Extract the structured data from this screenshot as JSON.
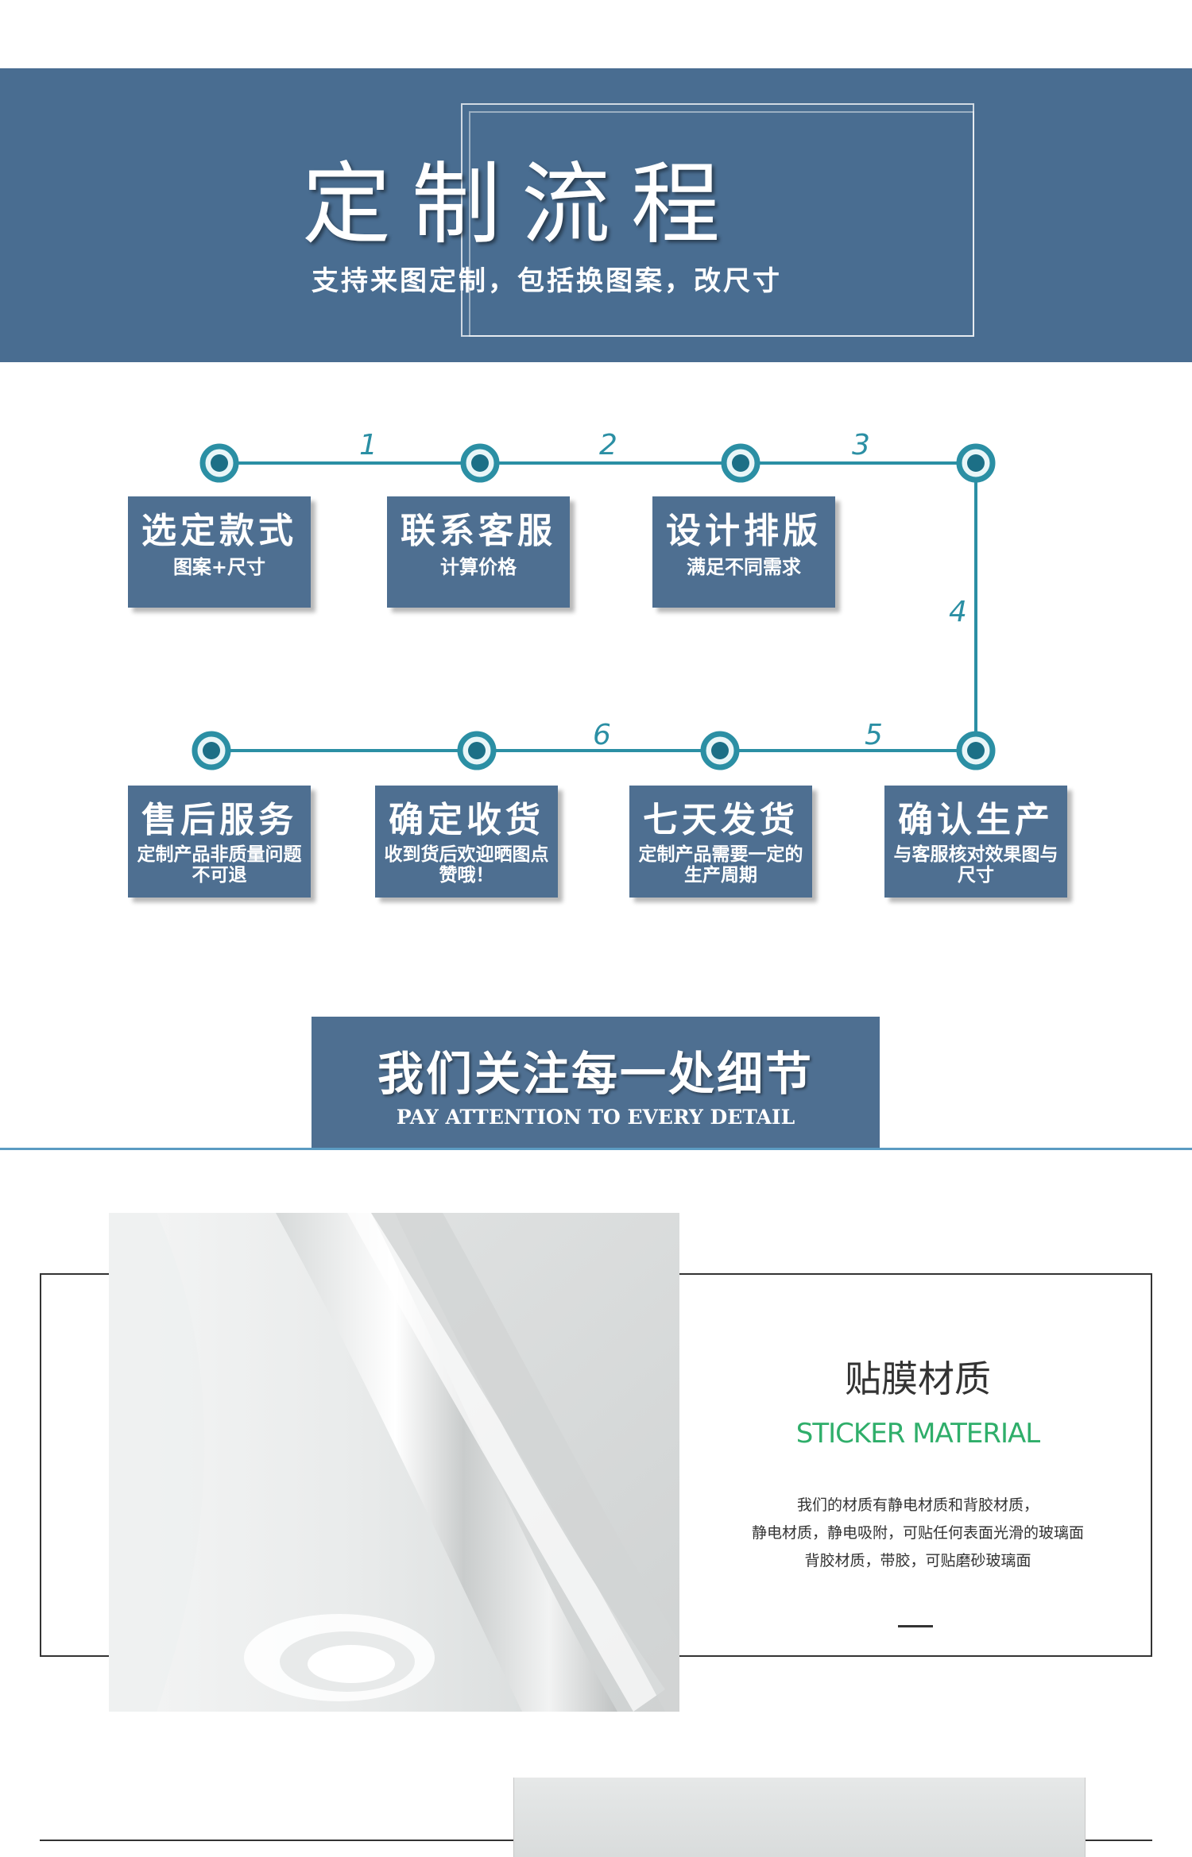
{
  "banner": {
    "title": "定制流程",
    "subtitle": "支持来图定制，包括换图案，改尺寸"
  },
  "process": {
    "numbers": [
      "1",
      "2",
      "3",
      "4",
      "5",
      "6"
    ],
    "steps": [
      {
        "title": "选定款式",
        "desc": "图案+尺寸"
      },
      {
        "title": "联系客服",
        "desc": "计算价格"
      },
      {
        "title": "设计排版",
        "desc": "满足不同需求"
      },
      {
        "title": "确认生产",
        "desc": "与客服核对效果图与尺寸"
      },
      {
        "title": "七天发货",
        "desc": "定制产品需要一定的生产周期"
      },
      {
        "title": "确定收货",
        "desc": "收到货后欢迎晒图点赞哦！"
      },
      {
        "title": "售后服务",
        "desc": "定制产品非质量问题不可退"
      }
    ]
  },
  "detail": {
    "title_cn": "我们关注每一处细节",
    "title_en": "PAY ATTENTION TO EVERY DETAIL"
  },
  "material": {
    "title": "贴膜材质",
    "title_en": "STICKER MATERIAL",
    "desc": [
      "我们的材质有静电材质和背胶材质，",
      "静电材质，静电吸附，可贴任何表面光滑的玻璃面",
      "背胶材质，带胶，可贴磨砂玻璃面"
    ]
  },
  "colors": {
    "banner": "#496d91",
    "step_box": "#4e6f91",
    "line": "#2b8fa4",
    "accent_green": "#2fae6a"
  }
}
